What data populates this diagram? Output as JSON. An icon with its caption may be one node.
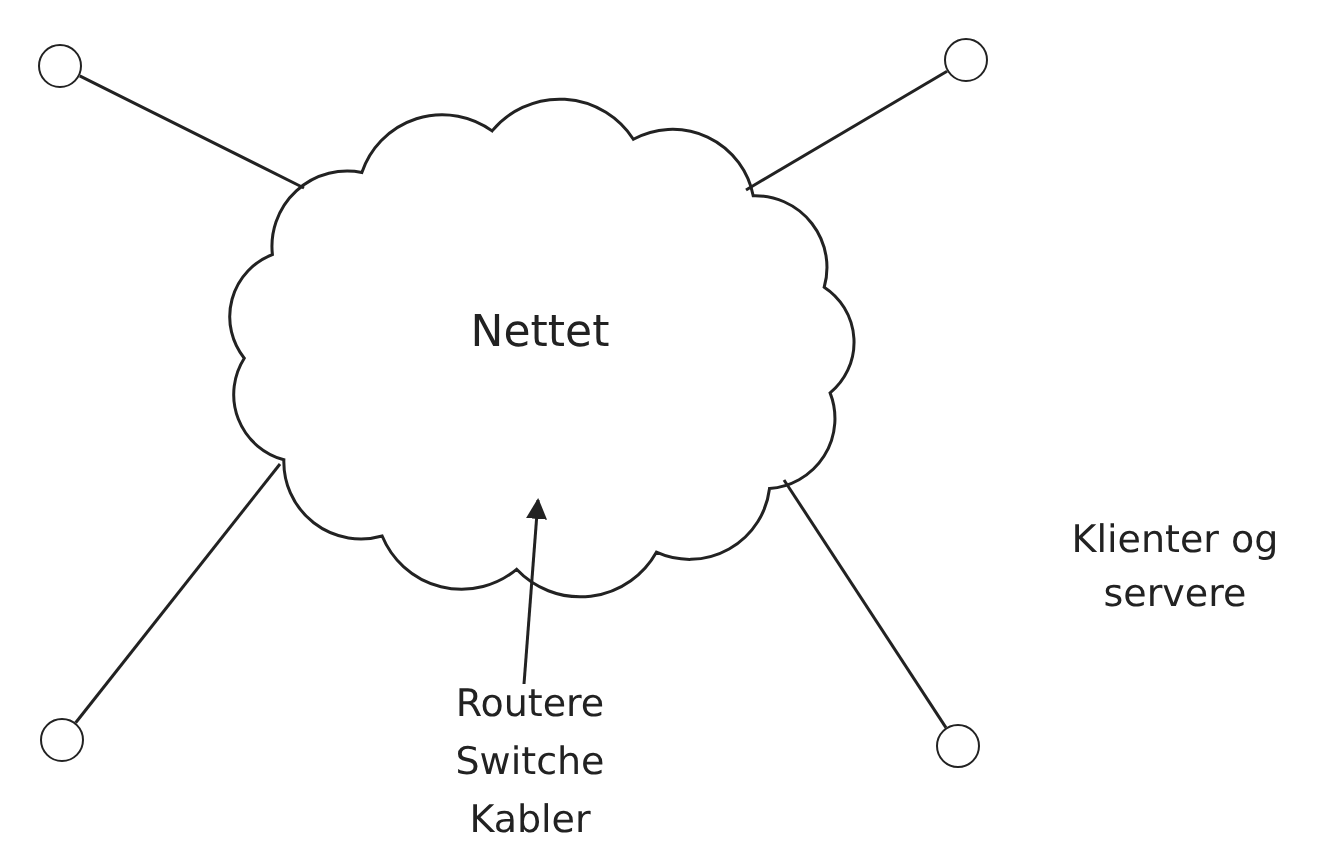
{
  "diagram": {
    "nodes": [
      {
        "text": [],
        "shape": "circle"
      },
      {
        "text": [],
        "shape": "circle"
      },
      {
        "text": [
          "Nettet"
        ]
      },
      {
        "text": [],
        "shape": "circle"
      },
      {
        "text": [],
        "shape": "circle",
        "beside": [
          "Klienter og servere"
        ]
      },
      {
        "text": [
          "Routere Switche Kabler"
        ]
      }
    ],
    "edges": [
      {
        "from": 0,
        "to": 2,
        "arrow": "none"
      },
      {
        "from": 1,
        "to": 2,
        "arrow": "none"
      },
      {
        "from": 3,
        "to": 2,
        "arrow": "none"
      },
      {
        "from": 4,
        "to": 2,
        "arrow": "none"
      },
      {
        "from": 5,
        "to": 2,
        "arrow": "to"
      }
    ]
  }
}
